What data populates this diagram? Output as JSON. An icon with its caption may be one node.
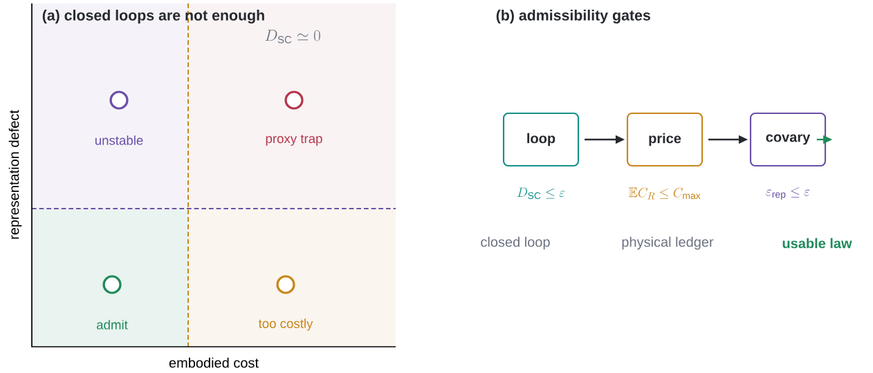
{
  "diagram": {
    "nodes": [
      {
        "text": [],
        "shape": "circle",
        "beside": [
          "unstable"
        ]
      },
      {
        "text": [],
        "shape": "circle",
        "beside": [
          "proxy trap"
        ]
      },
      {
        "text": [],
        "shape": "circle",
        "beside": [
          "admit"
        ]
      },
      {
        "text": [],
        "shape": "circle",
        "beside": [
          "too costly"
        ]
      },
      {
        "text": [
          "loop"
        ],
        "beside": [
          "D_{\\mathrm{SC}} \\le \\varepsilon",
          "closed loop"
        ]
      },
      {
        "text": [
          "price"
        ],
        "beside": [
          "\\mathbb{E} C_R \\le C_{\\max}",
          "physical ledger"
        ]
      },
      {
        "text": [
          "covary"
        ],
        "beside": [
          "\\varepsilon_{\\mathrm{rep}} \\le \\varepsilon",
          "usable law"
        ]
      }
    ],
    "edges": [
      {
        "from": 4,
        "to": 5,
        "arrow": "to"
      },
      {
        "from": 5,
        "to": 6,
        "arrow": "to"
      },
      {
        "from": 6,
        "to": null,
        "arrow": "to",
        "color": "#1f8a5a"
      }
    ],
    "labels": [
      "(a) closed loops are not enough",
      "D_{\\mathrm{SC}} \\simeq 0",
      "representation defect",
      "embodied cost",
      "(b) admissibility gates"
    ]
  }
}
